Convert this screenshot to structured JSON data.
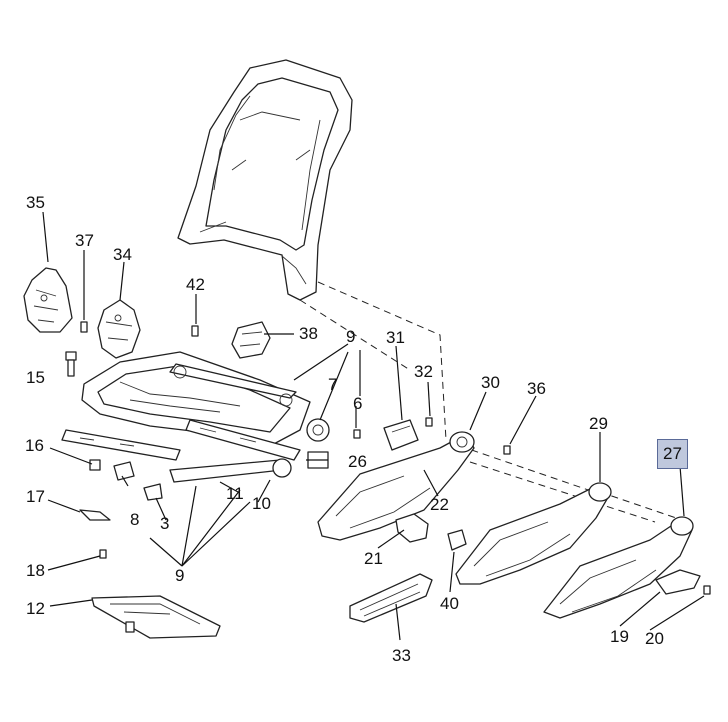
{
  "callouts": {
    "c35": "35",
    "c37": "37",
    "c34": "34",
    "c42": "42",
    "c38": "38",
    "c9a": "9",
    "c31": "31",
    "c15": "15",
    "c7": "7",
    "c32": "32",
    "c30": "30",
    "c36": "36",
    "c6": "6",
    "c29": "29",
    "c27": "27",
    "c16": "16",
    "c26": "26",
    "c22": "22",
    "c17": "17",
    "c11": "11",
    "c10": "10",
    "c8": "8",
    "c3": "3",
    "c21": "21",
    "c18": "18",
    "c9b": "9",
    "c40": "40",
    "c12": "12",
    "c19": "19",
    "c20": "20",
    "c33": "33"
  },
  "highlight_color": "#bfc8dd"
}
